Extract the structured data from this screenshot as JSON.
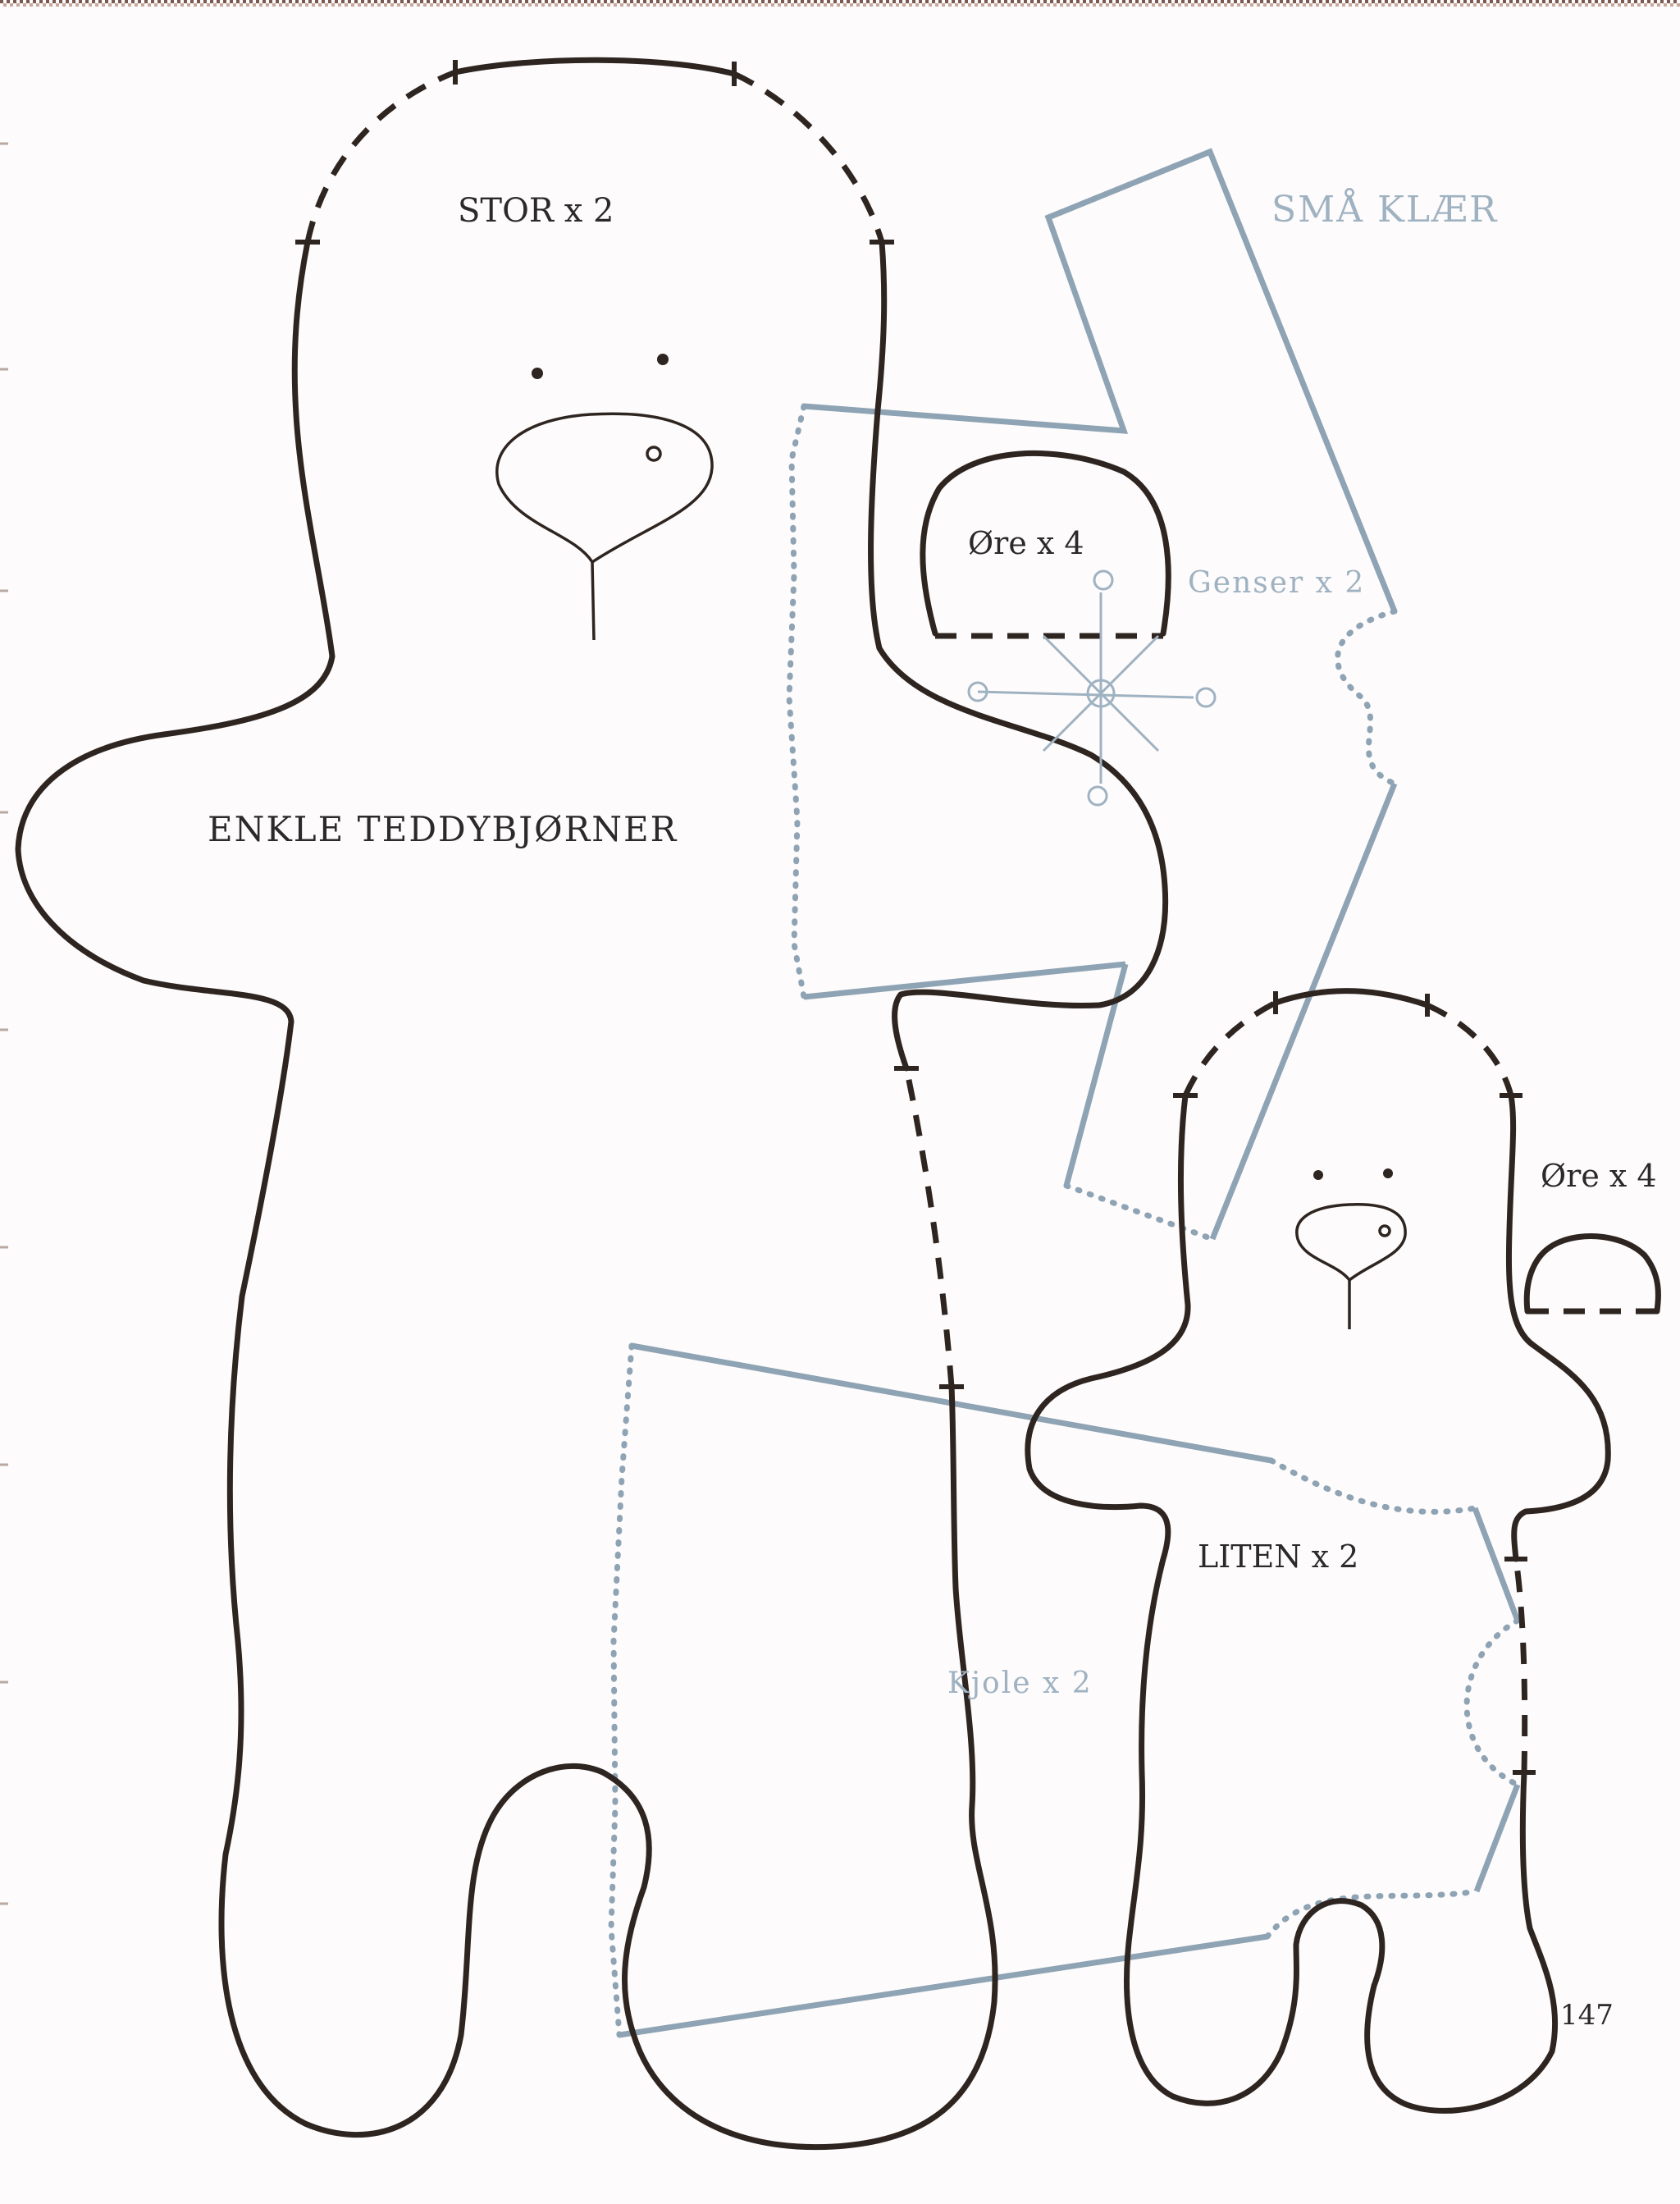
{
  "labels": {
    "stor": "STOR x 2",
    "title": "ENKLE TEDDYBJØRNER",
    "sma_klaer": "SMÅ KLÆR",
    "ore_large": "Øre x 4",
    "genser": "Genser x 2",
    "ore_small": "Øre x 4",
    "liten": "LITEN x 2",
    "kjole": "Kjole x 2"
  },
  "page_number": "147",
  "colors": {
    "outline": "#2e2521",
    "clothes": "#8ea3b4",
    "clothes_text": "#9fb2c2",
    "paper": "#fdfbfb"
  }
}
